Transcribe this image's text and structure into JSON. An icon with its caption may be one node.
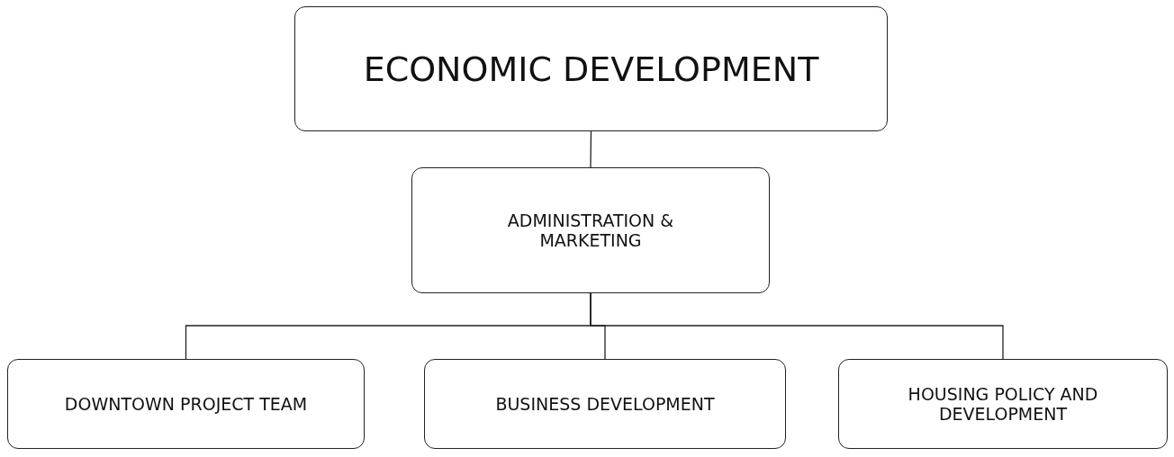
{
  "diagram": {
    "nodes": [
      {
        "text": [
          "ECONOMIC DEVELOPMENT"
        ]
      },
      {
        "text": [
          "ADMINISTRATION & MARKETING"
        ]
      },
      {
        "text": [
          "DOWNTOWN PROJECT TEAM"
        ]
      },
      {
        "text": [
          "BUSINESS DEVELOPMENT"
        ]
      },
      {
        "text": [
          "HOUSING POLICY AND DEVELOPMENT"
        ]
      }
    ],
    "edges": [
      {
        "from": 0,
        "to": 1,
        "arrow": "none"
      },
      {
        "from": 1,
        "to": 2,
        "arrow": "none"
      },
      {
        "from": 1,
        "to": 3,
        "arrow": "none"
      },
      {
        "from": 1,
        "to": 4,
        "arrow": "none"
      }
    ]
  }
}
